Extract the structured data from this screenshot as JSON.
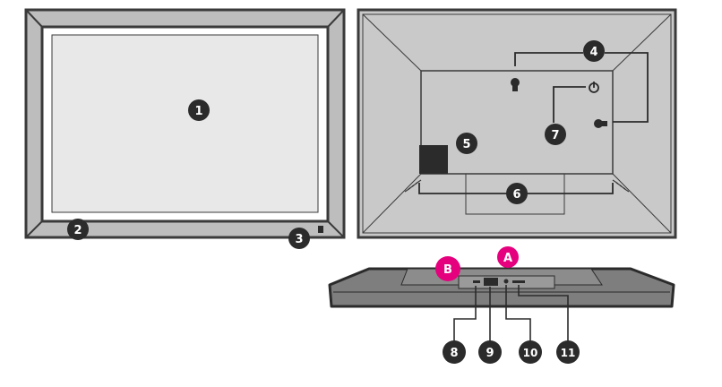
{
  "colors": {
    "frame_dark": "#3a3a3a",
    "frame_mid": "#7e7e7e",
    "frame_light": "#bdbdbd",
    "screen": "#e8e8e8",
    "back_panel": "#c9c9c9",
    "badge": "#2b2b2b",
    "badge_text": "#ffffff",
    "accent": "#e5007e"
  },
  "front": {
    "callouts": {
      "screen": "1",
      "left_bottom": "2",
      "right_bottom": "3"
    }
  },
  "back": {
    "callouts": {
      "mounts": "4",
      "speaker": "5",
      "stand_area": "6",
      "power": "7"
    },
    "power_icon": "power-icon"
  },
  "bottom": {
    "callouts": {
      "a": "A",
      "b": "B",
      "port8": "8",
      "port9": "9",
      "port10": "10",
      "port11": "11"
    }
  }
}
